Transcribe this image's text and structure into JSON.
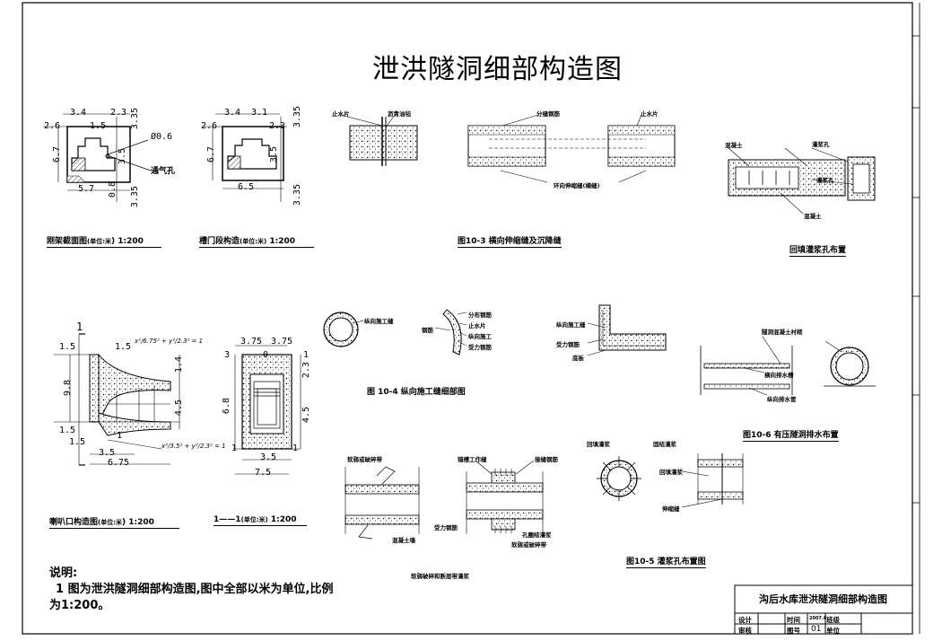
{
  "title": "泄洪隧洞细部构造图",
  "figures": {
    "frame_section": {
      "caption": "刚架截面图",
      "caption_unit": "单位:米",
      "caption_scale": ") 1:200",
      "dims": [
        "3.4",
        "2.3",
        "2.6",
        "1.5",
        "6.7",
        "3.5",
        "5.7",
        "0.8",
        "3.35",
        "3.35",
        "Ø0.6"
      ],
      "label_vent": "通气孔"
    },
    "gate_section": {
      "caption": "槽门段构造",
      "caption_unit": "(单位:米)",
      "caption_scale": "1:200",
      "dims": [
        "3.4",
        "3.1",
        "2.6",
        "2.3",
        "6.7",
        "3.5",
        "6.5",
        "3.35",
        "3.35"
      ]
    },
    "fig10_3": {
      "caption": "图10-3 横向伸缩缝及沉降缝",
      "labels": [
        "止水片",
        "沥青油毡",
        "分缝钢筋",
        "止水片",
        "环向伸缩缝(横缝)"
      ]
    },
    "grout_layout_top": {
      "caption": "回填灌浆孔布置",
      "labels": [
        "混凝土",
        "灌浆孔",
        "灌浆孔",
        "混凝土"
      ]
    },
    "bell_mouth": {
      "caption": "喇叭口构造图",
      "caption_unit": "单位:米",
      "caption_scale": ") 1:200",
      "section_mark": "1",
      "dims": [
        "1.5",
        "1.5",
        "9.8",
        "1.4",
        "4.5",
        "1.5",
        "1.5",
        "1",
        "3.5",
        "6.75"
      ],
      "formula_top": "x²/6.75² + y²/2.3² = 1",
      "formula_bottom": "x²/3.5² + y²/2.3² = 1"
    },
    "section_1_1": {
      "caption": "1——1",
      "caption_unit": "(单位:米)",
      "caption_scale": "1:200",
      "dims": [
        "3.75",
        "3.75",
        "3",
        "0",
        "1",
        "6.8",
        "2.3",
        "4.5",
        "1",
        "1",
        "3.5",
        "7.5"
      ]
    },
    "fig10_4": {
      "caption": "图 10-4 纵向施工缝细部图",
      "labels": [
        "纵向施工缝",
        "分布钢筋",
        "止水片",
        "纵向施工",
        "钢筋",
        "受力钢筋"
      ]
    },
    "construction_joint": {
      "labels": [
        "纵向施工缝",
        "受力钢筋",
        "底板"
      ]
    },
    "fig10_6": {
      "caption": "图10-6 有压隧洞排水布置",
      "labels": [
        "隧洞混凝土衬砌",
        "横向排水槽",
        "纵向排水管"
      ]
    },
    "soft_rock": {
      "caption": "软弱破碎和断层带灌浆",
      "labels": [
        "软弱或破碎带",
        "混凝土墙",
        "锚槽工作缝",
        "接缝钢筋",
        "受力钢筋",
        "孔圈结灌浆",
        "软弱或破碎带"
      ]
    },
    "fig10_5": {
      "caption": "图10-5 灌浆孔布置图",
      "labels": [
        "回填灌浆",
        "固结灌浆",
        "回填灌浆",
        "伸缩缝"
      ]
    }
  },
  "notes": {
    "heading": "说明:",
    "line1": "1 图为泄洪隧洞细部构造图,图中全部以米为单位,比例",
    "line2": "为1:200。"
  },
  "title_block": {
    "title": "沟后水库泄洪隧洞细部构造图",
    "design_label": "设计",
    "time_label": "时间",
    "time_value": "2007.6",
    "class_label": "班级",
    "review_label": "审核",
    "drawing_no_label": "图号",
    "drawing_no_value": "01",
    "unit_label": "单位"
  }
}
